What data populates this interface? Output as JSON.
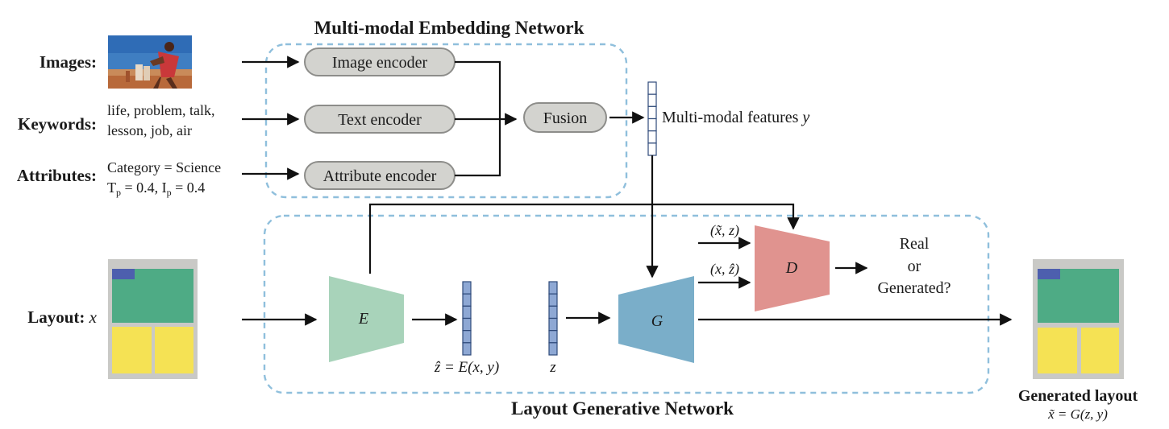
{
  "titles": {
    "embedding_network": "Multi-modal Embedding Network",
    "generative_network": "Layout Generative Network"
  },
  "inputs": {
    "images_label": "Images:",
    "keywords_label": "Keywords:",
    "keywords_line1": "life, problem, talk,",
    "keywords_line2": "lesson,  job, air",
    "attributes_label": "Attributes:",
    "attributes_line1": "Category = Science",
    "tp_sym": "T",
    "tp_sub": "p",
    "tp_val": " = 0.4, ",
    "ip_sym": "I",
    "ip_sub": "p",
    "ip_val": " = 0.4",
    "layout_label": "Layout: ",
    "layout_var": "x"
  },
  "encoders": {
    "image": "Image encoder",
    "text": "Text encoder",
    "attribute": "Attribute encoder",
    "fusion": "Fusion"
  },
  "features": {
    "label": "Multi-modal features ",
    "var": "y"
  },
  "networks": {
    "encoder": "E",
    "generator": "G",
    "discriminator": "D"
  },
  "latents": {
    "zhat_label": "ẑ = E(x, y)",
    "z_label": "z"
  },
  "discriminator_inputs": {
    "fake_pair": "(x̃, z)",
    "real_pair": "(x, ẑ)"
  },
  "discriminator_output": {
    "line1": "Real",
    "line2": "or",
    "line3": "Generated?"
  },
  "output": {
    "label": "Generated layout",
    "formula": "x̃ = G(z, y)"
  },
  "colors": {
    "dashed_border": "#8fbfdc",
    "encoder_box_fill": "#d3d3cf",
    "vector_fill": "#8ea8d4",
    "network_E": "#a8d3ba",
    "network_G": "#7aaec9",
    "network_D": "#e0938f",
    "layout_frame": "#c9c9c6",
    "layout_header": "#4d5fae",
    "layout_main": "#4eab85",
    "layout_cells": "#f5e254"
  }
}
